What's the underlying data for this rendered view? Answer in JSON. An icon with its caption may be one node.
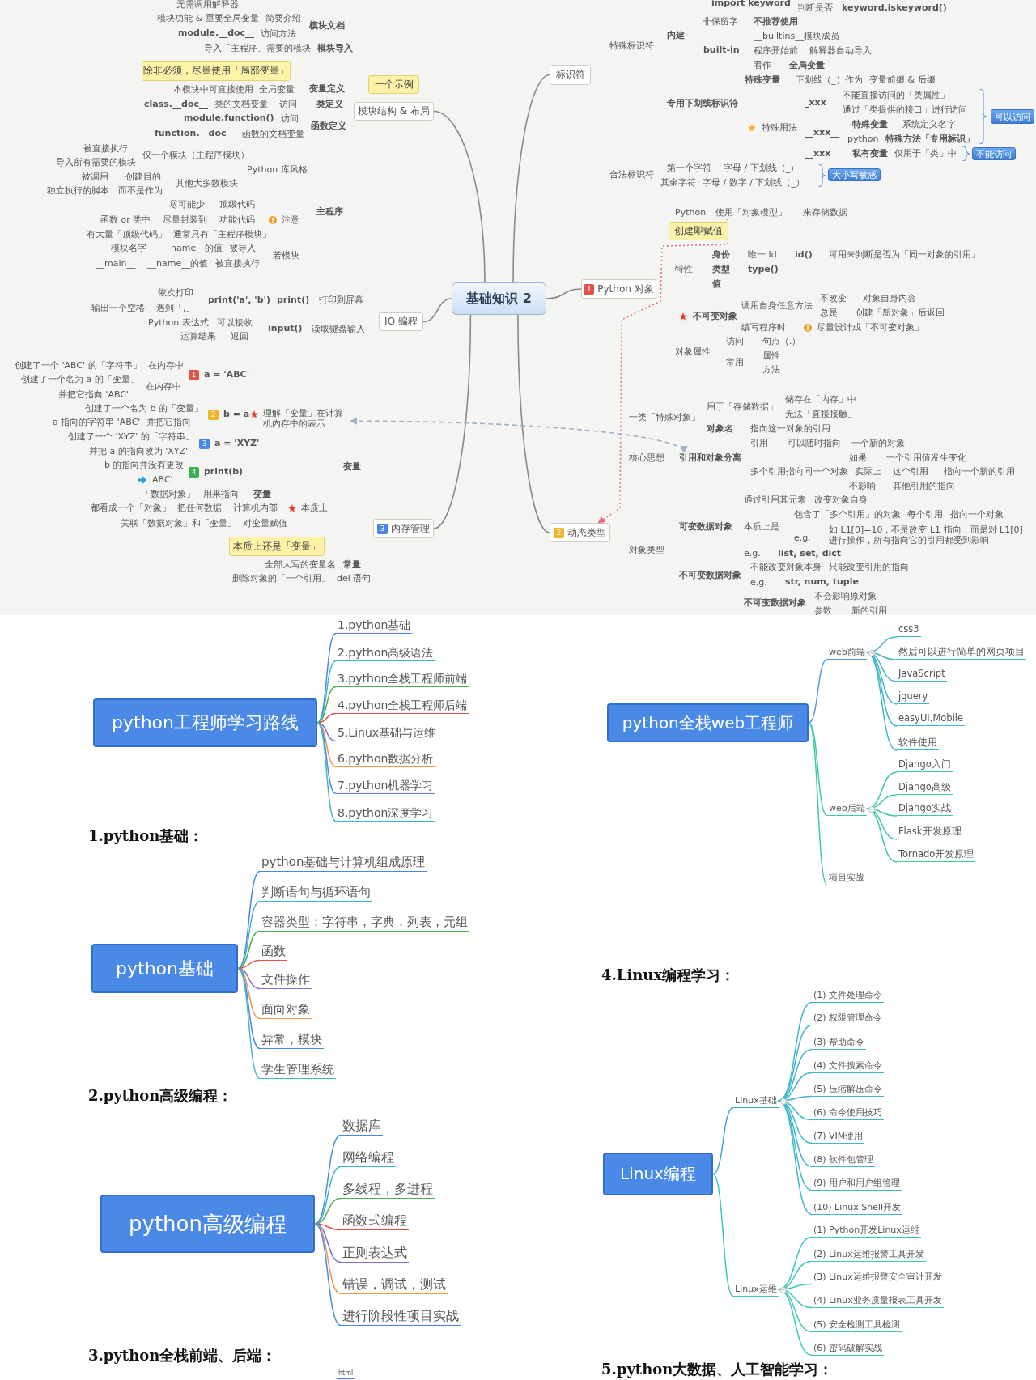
{
  "diagram": {
    "nodes": [
      {
        "text": [
          "基础知识 2"
        ]
      },
      {
        "text": [
          "除非必须，尽量使用「局部变量」"
        ]
      },
      {
        "text": [
          "一个示例"
        ]
      },
      {
        "text": [
          "模块结构 & 布局"
        ]
      },
      {
        "text": [
          "IO 编程"
        ]
      },
      {
        "text": [
          "理解「变量」在计算机内存中的表示"
        ]
      },
      {
        "text": [
          "3",
          "内存管理"
        ]
      },
      {
        "text": [
          "本质上还是「变量」"
        ]
      },
      {
        "text": [
          "标识符"
        ]
      },
      {
        "text": [
          "可以访问"
        ]
      },
      {
        "text": [
          "不能访问"
        ]
      },
      {
        "text": [
          "大小写敏感"
        ]
      },
      {
        "text": [
          "使用「对象模型」"
        ]
      },
      {
        "text": [
          "创建即赋值"
        ]
      },
      {
        "text": [
          "1",
          "Python 对象"
        ]
      },
      {
        "text": [
          "引用和对象分离"
        ]
      },
      {
        "text": [
          "2",
          "动态类型"
        ]
      },
      {
        "text": [
          "python工程师学习路线"
        ]
      },
      {
        "text": [
          "1.python基础"
        ]
      },
      {
        "text": [
          "2.python高级语法"
        ]
      },
      {
        "text": [
          "3.python全栈工程师前端"
        ]
      },
      {
        "text": [
          "4.python全栈工程师后端"
        ]
      },
      {
        "text": [
          "5.Linux基础与运维"
        ]
      },
      {
        "text": [
          "6.python数据分析"
        ]
      },
      {
        "text": [
          "7.python机器学习"
        ]
      },
      {
        "text": [
          "8.python深度学习"
        ]
      },
      {
        "text": [
          "python全栈web工程师"
        ]
      },
      {
        "text": [
          "web前端"
        ]
      },
      {
        "text": [
          "css3"
        ]
      },
      {
        "text": [
          "然后可以进行简单的网页项目"
        ]
      },
      {
        "text": [
          "JavaScript"
        ]
      },
      {
        "text": [
          "jquery"
        ]
      },
      {
        "text": [
          "easyUI,Mobile"
        ]
      },
      {
        "text": [
          "软件使用"
        ]
      },
      {
        "text": [
          "web后端"
        ]
      },
      {
        "text": [
          "Django入门"
        ]
      },
      {
        "text": [
          "Django高级"
        ]
      },
      {
        "text": [
          "Django实战"
        ]
      },
      {
        "text": [
          "Flask开发原理"
        ]
      },
      {
        "text": [
          "Tornado开发原理"
        ]
      },
      {
        "text": [
          "项目实战"
        ]
      },
      {
        "text": [
          "python基础"
        ]
      },
      {
        "text": [
          "python基础与计算机组成原理"
        ]
      },
      {
        "text": [
          "判断语句与循环语句"
        ]
      },
      {
        "text": [
          "容器类型：字符串，字典，列表，元组"
        ]
      },
      {
        "text": [
          "函数"
        ]
      },
      {
        "text": [
          "文件操作"
        ]
      },
      {
        "text": [
          "面向对象"
        ]
      },
      {
        "text": [
          "异常，模块"
        ]
      },
      {
        "text": [
          "学生管理系统"
        ]
      },
      {
        "text": [
          "python高级编程"
        ]
      },
      {
        "text": [
          "数据库"
        ]
      },
      {
        "text": [
          "网络编程"
        ]
      },
      {
        "text": [
          "多线程，多进程"
        ]
      },
      {
        "text": [
          "函数式编程"
        ]
      },
      {
        "text": [
          "正则表达式"
        ]
      },
      {
        "text": [
          "错误，调试，测试"
        ]
      },
      {
        "text": [
          "进行阶段性项目实战"
        ]
      },
      {
        "text": [
          "Linux编程"
        ]
      },
      {
        "text": [
          "Linux基础"
        ]
      },
      {
        "text": [
          "(1) 文件处理命令"
        ]
      },
      {
        "text": [
          "(2) 权限管理命令"
        ]
      },
      {
        "text": [
          "(3) 帮助命令"
        ]
      },
      {
        "text": [
          "(4) 文件搜索命令"
        ]
      },
      {
        "text": [
          "(5) 压缩解压命令"
        ]
      },
      {
        "text": [
          "(6) 命令使用技巧"
        ]
      },
      {
        "text": [
          "(7) VIM使用"
        ]
      },
      {
        "text": [
          "(8) 软件包管理"
        ]
      },
      {
        "text": [
          "(9) 用户和用户组管理"
        ]
      },
      {
        "text": [
          "(10) Linux Shell开发"
        ]
      },
      {
        "text": [
          "Linux运维"
        ]
      },
      {
        "text": [
          "(1) Python开发Linux运维"
        ]
      },
      {
        "text": [
          "(2) Linux运维报警工具开发"
        ]
      },
      {
        "text": [
          "(3) Linux运维报警安全审计开发"
        ]
      },
      {
        "text": [
          "(4) Linux业务质量报表工具开发"
        ]
      },
      {
        "text": [
          "(5) 安全检测工具检测"
        ]
      },
      {
        "text": [
          "(6) 密码破解实战"
        ]
      }
    ],
    "edges": [
      {
        "from": 0,
        "to": 3,
        "arrow": "none",
        "color": "#8a8a8a"
      },
      {
        "from": 0,
        "to": 4,
        "arrow": "none",
        "color": "#8a8a8a"
      },
      {
        "from": 0,
        "to": 6,
        "arrow": "none",
        "color": "#8a8a8a"
      },
      {
        "from": 0,
        "to": 8,
        "arrow": "none",
        "color": "#8a8a8a"
      },
      {
        "from": 0,
        "to": 14,
        "arrow": "none",
        "color": "#8a8a8a"
      },
      {
        "from": 0,
        "to": 16,
        "arrow": "none",
        "color": "#8a8a8a"
      },
      {
        "from": 5,
        "to": 15,
        "arrow": "both",
        "style": "dashed",
        "color": "#a3b1c8"
      },
      {
        "from": 12,
        "to": 16,
        "arrow": "to",
        "style": "dashed",
        "color": "#e8707e"
      },
      {
        "from": 17,
        "to": 18,
        "arrow": "none",
        "color": "#4a86e8"
      },
      {
        "from": 17,
        "to": 19,
        "arrow": "none",
        "color": "#3fb6c9"
      },
      {
        "from": 17,
        "to": 20,
        "arrow": "none",
        "color": "#4caf50"
      },
      {
        "from": 17,
        "to": 21,
        "arrow": "none",
        "color": "#e0524a"
      },
      {
        "from": 17,
        "to": 22,
        "arrow": "none",
        "color": "#7b6fd6"
      },
      {
        "from": 17,
        "to": 23,
        "arrow": "none",
        "color": "#f0954a"
      },
      {
        "from": 17,
        "to": 24,
        "arrow": "none",
        "color": "#4a86e8"
      },
      {
        "from": 17,
        "to": 25,
        "arrow": "none",
        "color": "#3fb6c9"
      },
      {
        "from": 26,
        "to": 27,
        "arrow": "none",
        "color": "#5b9bd5"
      },
      {
        "from": 26,
        "to": 34,
        "arrow": "none",
        "color": "#3ec9a7"
      },
      {
        "from": 26,
        "to": 40,
        "arrow": "none",
        "color": "#3ec9a7"
      },
      {
        "from": 27,
        "to": 28,
        "arrow": "none",
        "color": "#3fb6c9"
      },
      {
        "from": 27,
        "to": 29,
        "arrow": "none",
        "color": "#3fb6c9"
      },
      {
        "from": 27,
        "to": 30,
        "arrow": "none",
        "color": "#3fb6c9"
      },
      {
        "from": 27,
        "to": 31,
        "arrow": "none",
        "color": "#3fb6c9"
      },
      {
        "from": 27,
        "to": 32,
        "arrow": "none",
        "color": "#3fb6c9"
      },
      {
        "from": 27,
        "to": 33,
        "arrow": "none",
        "color": "#3fb6c9"
      },
      {
        "from": 34,
        "to": 35,
        "arrow": "none",
        "color": "#3ec9a7"
      },
      {
        "from": 34,
        "to": 36,
        "arrow": "none",
        "color": "#3ec9a7"
      },
      {
        "from": 34,
        "to": 37,
        "arrow": "none",
        "color": "#3ec9a7"
      },
      {
        "from": 34,
        "to": 38,
        "arrow": "none",
        "color": "#3ec9a7"
      },
      {
        "from": 34,
        "to": 39,
        "arrow": "none",
        "color": "#3ec9a7"
      },
      {
        "from": 41,
        "to": 42,
        "arrow": "none",
        "color": "#4a86e8"
      },
      {
        "from": 41,
        "to": 43,
        "arrow": "none",
        "color": "#3fb6c9"
      },
      {
        "from": 41,
        "to": 44,
        "arrow": "none",
        "color": "#4caf50"
      },
      {
        "from": 41,
        "to": 45,
        "arrow": "none",
        "color": "#e0524a"
      },
      {
        "from": 41,
        "to": 46,
        "arrow": "none",
        "color": "#7b6fd6"
      },
      {
        "from": 41,
        "to": 47,
        "arrow": "none",
        "color": "#f0954a"
      },
      {
        "from": 41,
        "to": 48,
        "arrow": "none",
        "color": "#4a86e8"
      },
      {
        "from": 41,
        "to": 49,
        "arrow": "none",
        "color": "#3fb6c9"
      },
      {
        "from": 50,
        "to": 51,
        "arrow": "none",
        "color": "#4a86e8"
      },
      {
        "from": 50,
        "to": 52,
        "arrow": "none",
        "color": "#3fb6c9"
      },
      {
        "from": 50,
        "to": 53,
        "arrow": "none",
        "color": "#4caf50"
      },
      {
        "from": 50,
        "to": 54,
        "arrow": "none",
        "color": "#e0524a"
      },
      {
        "from": 50,
        "to": 55,
        "arrow": "none",
        "color": "#7b6fd6"
      },
      {
        "from": 50,
        "to": 56,
        "arrow": "none",
        "color": "#f0954a"
      },
      {
        "from": 50,
        "to": 57,
        "arrow": "none",
        "color": "#4a86e8"
      },
      {
        "from": 58,
        "to": 59,
        "arrow": "none",
        "color": "#3fa7c9"
      },
      {
        "from": 58,
        "to": 70,
        "arrow": "none",
        "color": "#3ec9b7"
      },
      {
        "from": 59,
        "to": 60,
        "arrow": "none",
        "color": "#3fb6c9"
      },
      {
        "from": 59,
        "to": 61,
        "arrow": "none",
        "color": "#3fb6c9"
      },
      {
        "from": 59,
        "to": 62,
        "arrow": "none",
        "color": "#3fb6c9"
      },
      {
        "from": 59,
        "to": 63,
        "arrow": "none",
        "color": "#3fb6c9"
      },
      {
        "from": 59,
        "to": 64,
        "arrow": "none",
        "color": "#3fb6c9"
      },
      {
        "from": 59,
        "to": 65,
        "arrow": "none",
        "color": "#3fb6c9"
      },
      {
        "from": 59,
        "to": 66,
        "arrow": "none",
        "color": "#3fb6c9"
      },
      {
        "from": 59,
        "to": 67,
        "arrow": "none",
        "color": "#3fb6c9"
      },
      {
        "from": 59,
        "to": 68,
        "arrow": "none",
        "color": "#3fb6c9"
      },
      {
        "from": 59,
        "to": 69,
        "arrow": "none",
        "color": "#3fb6c9"
      },
      {
        "from": 70,
        "to": 71,
        "arrow": "none",
        "color": "#3ec9b7"
      },
      {
        "from": 70,
        "to": 72,
        "arrow": "none",
        "color": "#3ec9b7"
      },
      {
        "from": 70,
        "to": 73,
        "arrow": "none",
        "color": "#3ec9b7"
      },
      {
        "from": 70,
        "to": 74,
        "arrow": "none",
        "color": "#3ec9b7"
      },
      {
        "from": 70,
        "to": 75,
        "arrow": "none",
        "color": "#3ec9b7"
      },
      {
        "from": 70,
        "to": 76,
        "arrow": "none",
        "color": "#3ec9b7"
      }
    ],
    "labels": [
      "无需调用解释器",
      "模块功能 & 重要全局变量",
      "简要介绍",
      "module.__doc__",
      "访问方法",
      "模块文档",
      "导入「主程序」需要的模块",
      "模块导入",
      "本模块中可直接使用",
      "全局变量",
      "变量定义",
      "class.__doc__",
      "类的文档变量",
      "访问",
      "类定义",
      "module.function()",
      "访问",
      "function.__doc__",
      "函数的文档变量",
      "函数定义",
      "被直接执行",
      "导入所有需要的模块",
      "仅一个模块（主程序模块）",
      "被调用",
      "创建目的",
      "Python 库风格",
      "独立执行的脚本",
      "而不是作为",
      "其他大多数模块",
      "尽可能少",
      "顶级代码",
      "函数 or 类中",
      "尽量封装到",
      "功能代码",
      "注意",
      "主程序",
      "有大量「顶级代码」",
      "通常只有「主程序模块」",
      "模块名字",
      "__name__的值",
      "被导入",
      "__main__",
      "__name__的值",
      "被直接执行",
      "若模块",
      "依次打印",
      "输出一个空格",
      "遇到「,」",
      "print('a', 'b')",
      "print()",
      "打印到屏幕",
      "Python 表达式",
      "可以接收",
      "运算结果",
      "返回",
      "input()",
      "读取键盘输入",
      "创建了一个 'ABC' 的「字符串」",
      "在内存中",
      "创建了一个名为 a 的「变量」",
      "1",
      "a = 'ABC'",
      "并把它指向 'ABC'",
      "在内存中",
      "创建了一个名为 b 的「变量」",
      "a 指向的字符串 'ABC'",
      "并把它指向",
      "2",
      "b = a",
      "创建了一个 'XYZ' 的「字符串」",
      "并把 a 的指向改为 'XYZ'",
      "3",
      "a = 'XYZ'",
      "b 的指向并没有更改",
      "4",
      "print(b)",
      "变量",
      "'ABC'",
      "「数据对象」",
      "用来指向",
      "变量",
      "都看成一个「对象」",
      "把任何数据",
      "计算机内部",
      "本质上",
      "关联「数据对象」和「变量」",
      "对变量赋值",
      "全部大写的变量名",
      "常量",
      "删除对象的「一个引用」",
      "del 语句",
      "import keyword",
      "判断是否",
      "keyword.iskeyword()",
      "非保留字",
      "不推荐使用",
      "特殊标识符",
      "内建",
      "__builtins__模块成员",
      "built-in",
      "程序开始前",
      "解释器自动导入",
      "看作",
      "全局变量",
      "特殊变量",
      "下划线（_）作为",
      "变量前缀 & 后缀",
      "专用下划线标识符",
      "_xxx",
      "不能直接访问的「类属性」",
      "通过「类提供的接口」进行访问",
      "特殊用法",
      "__xxx__",
      "特殊变量",
      "系统定义名字",
      "python",
      "特殊方法「专用标识」",
      "__xxx",
      "私有变量",
      "仅用于「类」中",
      "合法标识符",
      "第一个字符",
      "字母 / 下划线（_）",
      "其余字符",
      "字母 / 数字 / 下划线（_）",
      "Python",
      "来存储数据",
      "身份",
      "唯一 Id",
      "id()",
      "可用来判断是否为「同一对象的引用」",
      "特性",
      "类型",
      "type()",
      "值",
      "不改变",
      "对象自身内容",
      "调用自身任意方法",
      "不可变对象",
      "总是",
      "创建「新对象」后返回",
      "编写程序时",
      "尽量设计成「不可变对象」",
      "访问",
      "句点（.）",
      "对象属性",
      "常用",
      "属性",
      "方法",
      "用于「存储数据」",
      "储存在「内存」中",
      "一类「特殊对象」",
      "无法「直接接触」",
      "对象名",
      "指向这一对象的引用",
      "引用",
      "可以随时指向",
      "一个新的对象",
      "核心思想",
      "如果",
      "一个引用值发生变化",
      "多个引用指向同一个对象",
      "实际上",
      "这个引用",
      "指向一个新的引用",
      "不影响",
      "其他引用的指向",
      "通过引用其元素",
      "改变对象自身",
      "包含了「多个引用」的对象",
      "每个引用",
      "指向一个对象",
      "可变数据对象",
      "本质上是",
      "e.g.",
      "如 L1[0]=10，不是改变 L1 指向，而是对 L1[0] 进行操作，所有指向它的引用都受到影响",
      "对象类型",
      "e.g.",
      "list, set, dict",
      "不可变数据对象",
      "不能改变对象本身",
      "只能改变引用的指向",
      "e.g.",
      "str, num, tuple",
      "不可变数据对象",
      "不会影响原对象",
      "参数",
      "新的引用",
      "1.python基础：",
      "4.Linux编程学习：",
      "2.python高级编程：",
      "3.python全栈前端、后端：",
      "html",
      "5.python大数据、人工智能学习："
    ]
  }
}
